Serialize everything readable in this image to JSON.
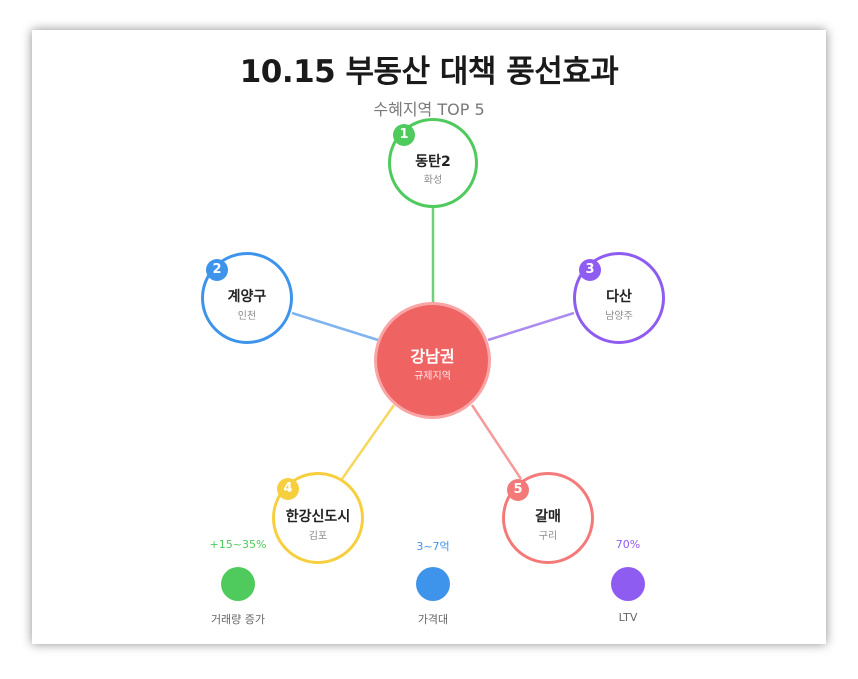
{
  "header": {
    "title": "10.15 부동산 대책 풍선효과",
    "subtitle": "수혜지역 TOP 5"
  },
  "center": {
    "name": "강남권",
    "sub": "규제지역",
    "color": "#f06363"
  },
  "nodes": [
    {
      "rank": "1",
      "name": "동탄2",
      "sub": "화성",
      "color": "#4fca5c"
    },
    {
      "rank": "2",
      "name": "계양구",
      "sub": "인천",
      "color": "#3d94ea"
    },
    {
      "rank": "3",
      "name": "다산",
      "sub": "남양주",
      "color": "#8f5cf2"
    },
    {
      "rank": "4",
      "name": "한강신도시",
      "sub": "김포",
      "color": "#f7cf3e"
    },
    {
      "rank": "5",
      "name": "갈매",
      "sub": "구리",
      "color": "#f47a7a"
    }
  ],
  "legend": [
    {
      "value": "+15~35%",
      "label": "거래량 증가",
      "color": "#4fca5c"
    },
    {
      "value": "3~7억",
      "label": "가격대",
      "color": "#3d94ea"
    },
    {
      "value": "70%",
      "label": "LTV",
      "color": "#8f5cf2"
    }
  ]
}
